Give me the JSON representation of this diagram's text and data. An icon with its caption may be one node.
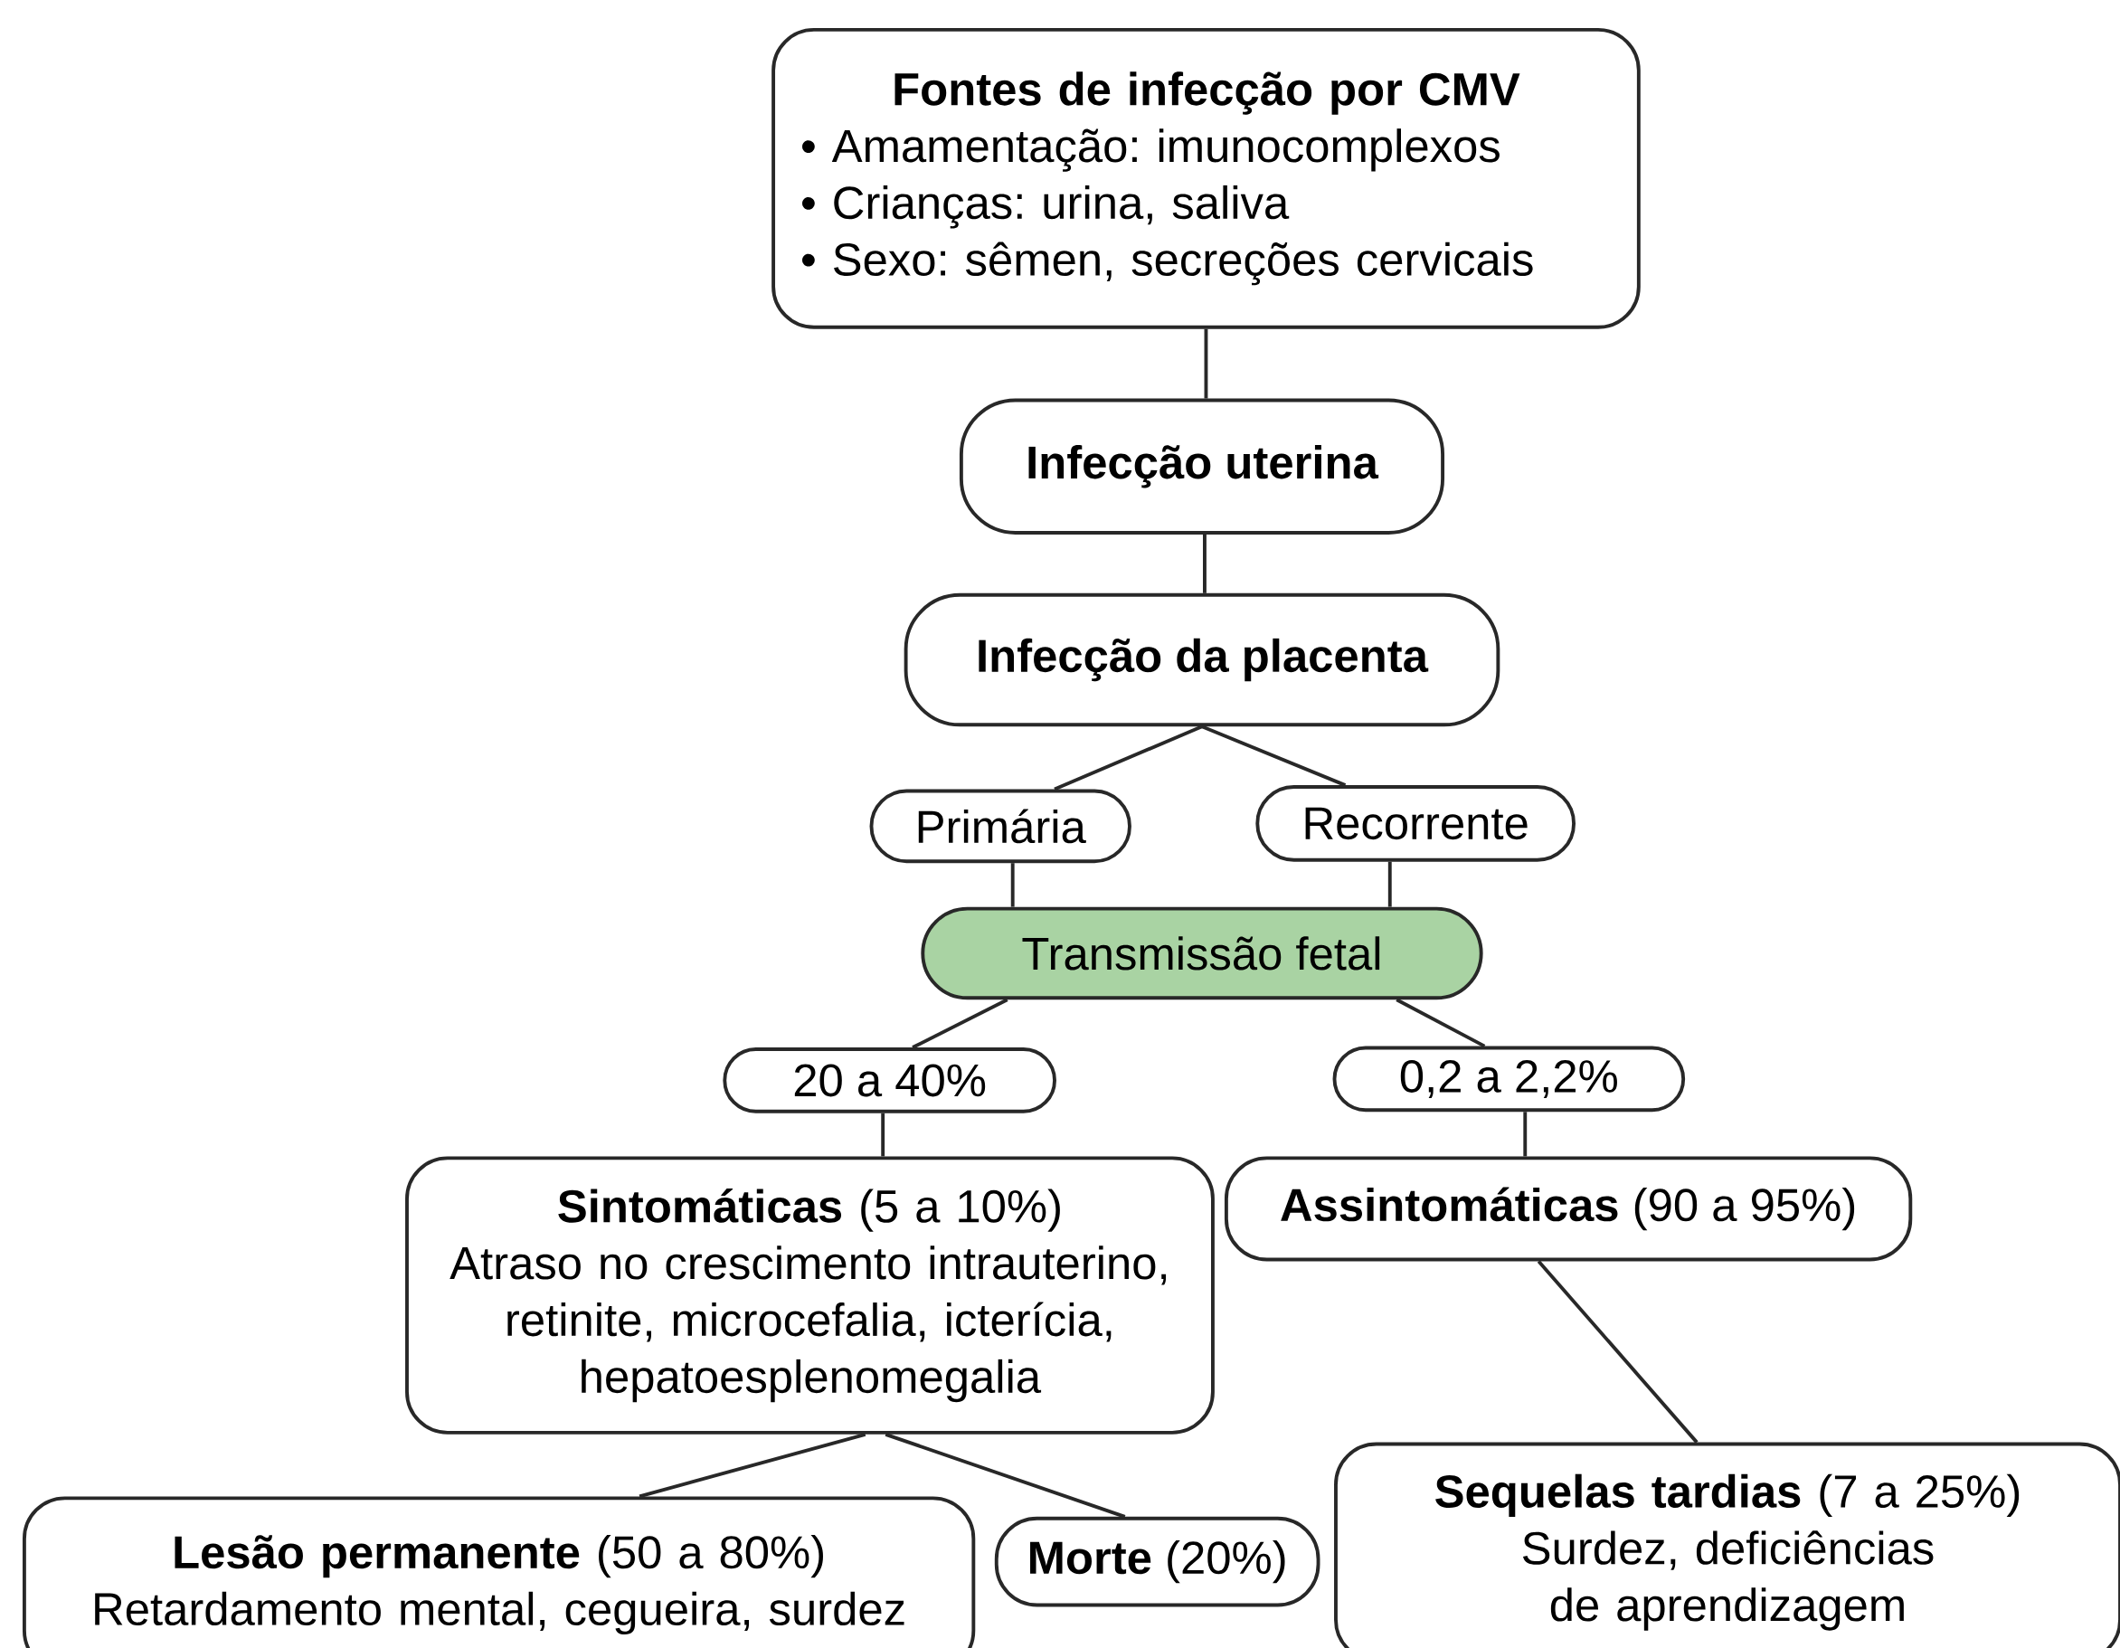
{
  "diagram": {
    "nodes": [
      {
        "text": [
          "Fontes de infecção por CMV",
          "• Amamentação: imunocomplexos",
          "• Crianças: urina, saliva",
          "• Sexo: sêmen, secreções cervicais"
        ]
      },
      {
        "text": [
          "Infecção uterina"
        ]
      },
      {
        "text": [
          "Infecção da placenta"
        ]
      },
      {
        "text": [
          "Primária"
        ]
      },
      {
        "text": [
          "Recorrente"
        ]
      },
      {
        "text": [
          "Transmissão fetal"
        ]
      },
      {
        "text": [
          "20 a 40%"
        ]
      },
      {
        "text": [
          "0,2 a 2,2%"
        ]
      },
      {
        "text": [
          "**Sintomáticas** (5 a 10%)",
          "Atraso no crescimento intrauterino, retinite, microcefalia, icterícia, hepatoesplenomegalia"
        ]
      },
      {
        "text": [
          "**Assintomáticas** (90 a 95%)"
        ]
      },
      {
        "text": [
          "**Lesão permanente** (50 a 80%)",
          "Retardamento mental, cegueira, surdez"
        ]
      },
      {
        "text": [
          "**Morte** (20%)"
        ]
      },
      {
        "text": [
          "**Sequelas tardias** (7 a 25%)",
          "Surdez, deficiências de aprendizagem"
        ]
      }
    ],
    "edges": [
      {
        "from": 0,
        "to": 1,
        "arrow": "none"
      },
      {
        "from": 1,
        "to": 2,
        "arrow": "none"
      },
      {
        "from": 2,
        "to": 3,
        "arrow": "none"
      },
      {
        "from": 2,
        "to": 4,
        "arrow": "none"
      },
      {
        "from": 3,
        "to": 5,
        "arrow": "none"
      },
      {
        "from": 4,
        "to": 5,
        "arrow": "none"
      },
      {
        "from": 5,
        "to": 6,
        "arrow": "none"
      },
      {
        "from": 5,
        "to": 7,
        "arrow": "none"
      },
      {
        "from": 6,
        "to": 8,
        "arrow": "none"
      },
      {
        "from": 7,
        "to": 9,
        "arrow": "none"
      },
      {
        "from": 8,
        "to": 10,
        "arrow": "none"
      },
      {
        "from": 8,
        "to": 11,
        "arrow": "none"
      },
      {
        "from": 9,
        "to": 12,
        "arrow": "none"
      }
    ]
  }
}
